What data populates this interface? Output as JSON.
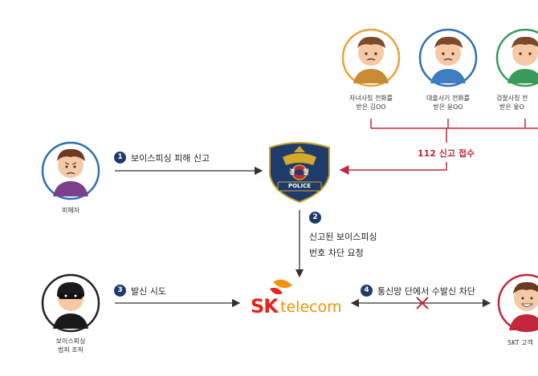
{
  "reporters": [
    {
      "caption_line1": "자녀사칭 전화를",
      "caption_line2": "받은 김OO"
    },
    {
      "caption_line1": "대출사기 전화를",
      "caption_line2": "받은 윤OO"
    },
    {
      "caption_line1": "검찰사칭 전",
      "caption_line2": "받은 윷O"
    }
  ],
  "victim_label": "피해자",
  "criminal_label_line1": "보이스피싱",
  "criminal_label_line2": "범죄 조직",
  "customer_label": "SKT 고객",
  "police": {
    "badge_text_left": "경",
    "badge_text_right": "찰",
    "ribbon": "POLICE"
  },
  "report_112": "112 신고 접수",
  "steps": [
    {
      "num": "1",
      "text": "보이스피싱 피해 신고"
    },
    {
      "num": "2",
      "text_line1": "신고된 보이스피싱",
      "text_line2": "번호 차단 요청"
    },
    {
      "num": "3",
      "text": "발신 시도"
    },
    {
      "num": "4",
      "text": "통신망 단에서 수발신 차단"
    }
  ],
  "skt_logo": {
    "sk": "SK",
    "telecom": "telecom"
  },
  "colors": {
    "navy": "#1f3b6b",
    "red": "#c2273b",
    "orange": "#f39200",
    "ring_orange": "#e8a33a",
    "ring_blue": "#2f6fb3",
    "ring_green": "#3a9a5b"
  }
}
